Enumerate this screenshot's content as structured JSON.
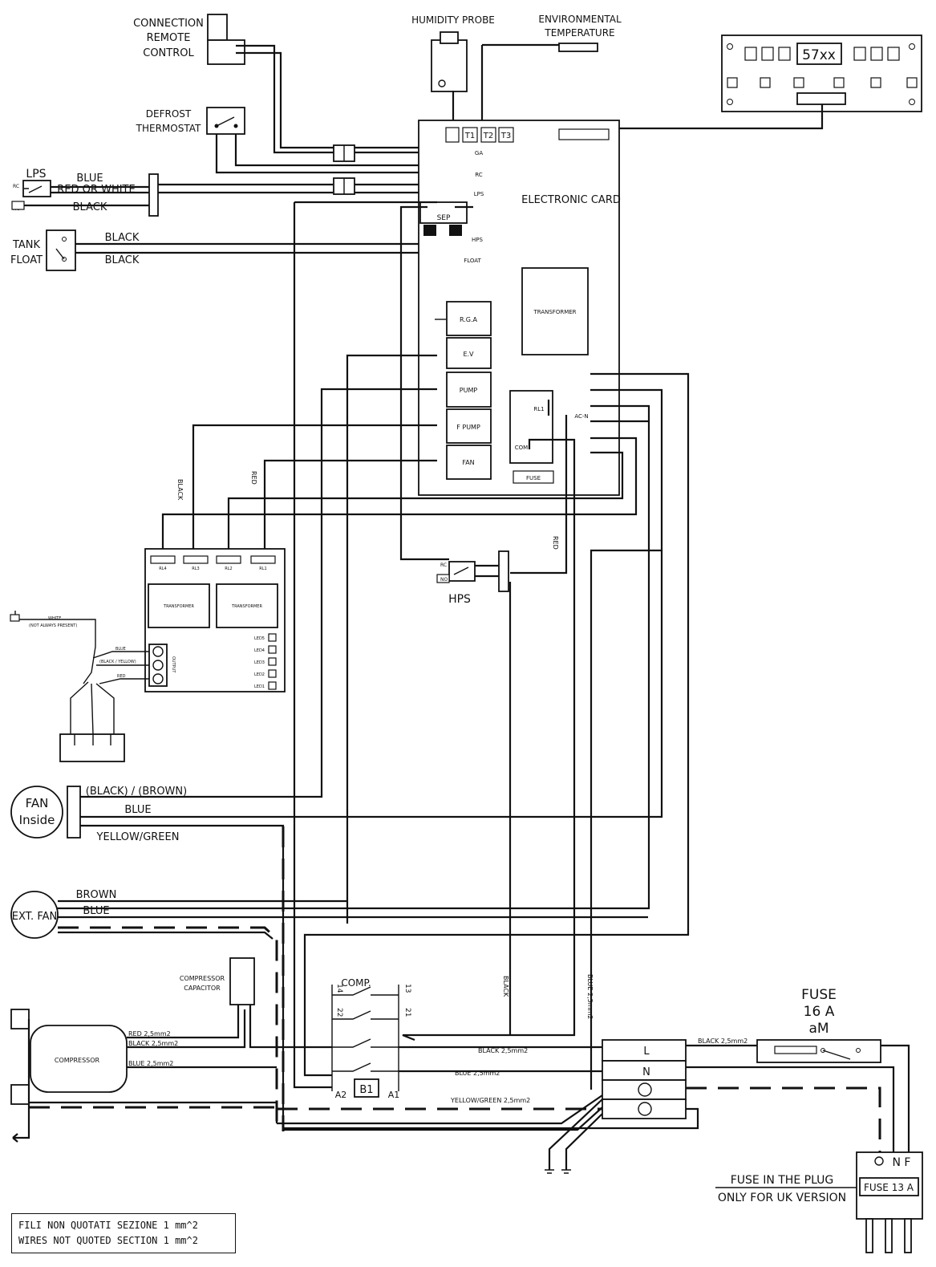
{
  "labels": {
    "connection_remote_control": [
      "CONNECTION",
      "REMOTE",
      "CONTROL"
    ],
    "humidity_probe": "HUMIDITY PROBE",
    "environmental_temperature": [
      "ENVIRONMENTAL",
      "TEMPERATURE"
    ],
    "display_code": "57xx",
    "defrost_thermostat": [
      "DEFROST",
      "THERMOSTAT"
    ],
    "lps": "LPS",
    "blue": "BLUE",
    "red_or_white": "RED OR WHITE",
    "black": "BLACK",
    "tank_float": [
      "TANK",
      "FLOAT"
    ],
    "sensor_terminals": [
      "T1",
      "T2",
      "T3"
    ],
    "card_terminals": [
      "GA",
      "RC",
      "LPS",
      "HPS",
      "FLOAT"
    ],
    "sep": "SEP",
    "electronic_card": "ELECTRONIC CARD",
    "transformer": "TRANSFORMER",
    "relays": [
      "R.G.A",
      "E.V",
      "PUMP",
      "F PUMP",
      "FAN"
    ],
    "rl1": "RL1",
    "ac_n": "AC-N",
    "com": "COM",
    "fuse": "FUSE",
    "vertical_black": "BLACK",
    "vertical_red": "RED",
    "rc": "RC",
    "no": "NO",
    "hps": "HPS",
    "fan_board_connectors": [
      "RL4",
      "RL3",
      "RL2",
      "RL1"
    ],
    "fan_board_leds": [
      "LED5",
      "LED4",
      "LED3",
      "LED2",
      "LED1"
    ],
    "output": "OUTPUT",
    "white_not_always": [
      "WHITE",
      "(NOT ALWAYS PRESENT)"
    ],
    "small_blue": "BLUE",
    "black_yellow": "(BLACK / YELLOW)",
    "small_red": "RED",
    "fan_inside": [
      "FAN",
      "Inside"
    ],
    "black_brown": "(BLACK) / (BROWN)",
    "yellow_green": "YELLOW/GREEN",
    "ext_fan": "EXT. FAN",
    "brown": "BROWN",
    "compressor_capacitor": [
      "COMPRESSOR",
      "CAPACITOR"
    ],
    "compressor": "COMPRESSOR",
    "red_25": "RED 2,5mm2",
    "black_25": "BLACK 2,5mm2",
    "blue_25": "BLUE 2,5mm2",
    "comp": "COMP.",
    "contactor_pins": [
      "14",
      "13",
      "22",
      "21",
      "A2",
      "A1"
    ],
    "b1": "B1",
    "blue_25_vertical": "BLUE 2,5mm2",
    "black_25_bus": "BLACK 2,5mm2",
    "blue_25_bus": "BLUE 2,5mm2",
    "yellow_green_25": "YELLOW/GREEN 2,5mm2",
    "terminal_l": "L",
    "terminal_n": "N",
    "black_25_fuse": "BLACK 2,5mm2",
    "fuse_16": [
      "FUSE",
      "16 A",
      "aM"
    ],
    "plug_nf": "N F",
    "fuse_13": "FUSE 13 A",
    "fuse_in_plug": [
      "FUSE IN THE PLUG",
      "ONLY FOR UK VERSION"
    ],
    "note": [
      "FILI NON QUOTATI SEZIONE 1 mm^2",
      "WIRES NOT QUOTED SECTION 1 mm^2"
    ]
  }
}
